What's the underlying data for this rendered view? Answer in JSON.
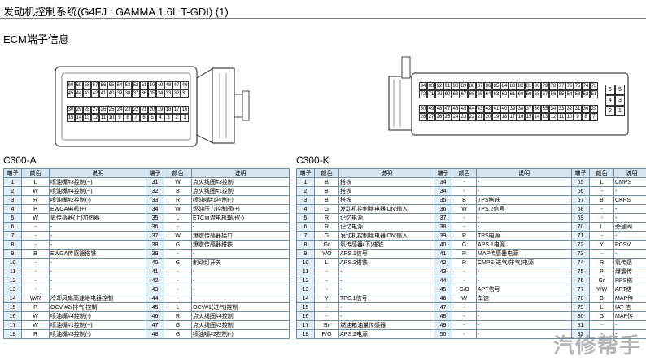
{
  "header": {
    "title": "发动机控制系统(G4FJ : GAMMA 1.6L T-GDI) (1)",
    "subtitle": "ECM端子信息"
  },
  "connector_a": {
    "label": "C300-A",
    "rows": [
      [
        "60",
        "59",
        "58",
        "57",
        "56",
        "55",
        "54",
        "53",
        "52",
        "51",
        "50",
        "49",
        "48",
        "47",
        "46"
      ],
      [
        "45",
        "44",
        "43",
        "42",
        "41",
        "40",
        "39",
        "38",
        "37",
        "36",
        "35",
        "34",
        "33",
        "32",
        "31"
      ],
      [
        "30",
        "29",
        "28",
        "27",
        "26",
        "25",
        "24",
        "23",
        "22",
        "21",
        "20",
        "19",
        "18",
        "17",
        "16"
      ],
      [
        "15",
        "14",
        "13",
        "12",
        "11",
        "10",
        "9",
        "8",
        "7",
        "6",
        "5",
        "4",
        "3",
        "2",
        "1"
      ]
    ]
  },
  "connector_k": {
    "label": "C300-K",
    "rows": [
      [
        "94",
        "93",
        "92",
        "91",
        "90",
        "89",
        "88",
        "87",
        "86",
        "85",
        "84",
        "83",
        "82",
        "81",
        "80",
        "79",
        "78",
        "77",
        "76",
        "75",
        "74",
        "73"
      ],
      [
        "72",
        "71",
        "70",
        "69",
        "68",
        "67",
        "66",
        "65",
        "64",
        "63",
        "62",
        "61",
        "60",
        "59",
        "58",
        "57",
        "56",
        "55",
        "54",
        "53",
        "52",
        "51"
      ],
      [
        "50",
        "49",
        "48",
        "47",
        "46",
        "45",
        "44",
        "43",
        "42",
        "41",
        "40",
        "39",
        "38",
        "37",
        "36",
        "35",
        "34",
        "33",
        "32",
        "31",
        "30",
        "29"
      ],
      [
        "28",
        "27",
        "26",
        "25",
        "24",
        "23",
        "22",
        "21",
        "20",
        "19",
        "18",
        "17",
        "16",
        "15",
        "14",
        "13",
        "12",
        "11",
        "10",
        "9",
        "8",
        "7"
      ]
    ],
    "side": [
      "6",
      "5",
      "4",
      "3",
      "2",
      "1"
    ]
  },
  "headers": {
    "pin": "端子",
    "color": "颜色",
    "desc": "说明"
  },
  "table_a": [
    [
      [
        "1",
        "L",
        "喷油嘴#3控制(+)"
      ],
      [
        "31",
        "W",
        "点火线圈#3控制"
      ]
    ],
    [
      [
        "2",
        "W",
        "喷油嘴#4控制(+)"
      ],
      [
        "32",
        "B",
        "点火线圈#1控制"
      ]
    ],
    [
      [
        "3",
        "R",
        "喷油嘴#2控制(-)"
      ],
      [
        "33",
        "R",
        "喷油嘴#1控制(-)"
      ]
    ],
    [
      [
        "4",
        "P",
        "EWGA电机(+)"
      ],
      [
        "34",
        "W",
        "燃油压力控制阀(+)"
      ]
    ],
    [
      [
        "5",
        "W",
        "氧传感器(上)加热器"
      ],
      [
        "35",
        "L",
        "ETC直流电机输出(-)"
      ]
    ],
    [
      [
        "6",
        "-",
        "-"
      ],
      [
        "36",
        "-",
        "-"
      ]
    ],
    [
      [
        "7",
        "-",
        "-"
      ],
      [
        "37",
        "W",
        "爆震传感器接口"
      ]
    ],
    [
      [
        "8",
        "-",
        "-"
      ],
      [
        "38",
        "G",
        "爆震传感器搭铁"
      ]
    ],
    [
      [
        "9",
        "B",
        "EWGA传感器搭铁"
      ],
      [
        "39",
        "-",
        "-"
      ]
    ],
    [
      [
        "10",
        "-",
        "-"
      ],
      [
        "40",
        "G",
        "制动灯开关"
      ]
    ],
    [
      [
        "11",
        "-",
        "-"
      ],
      [
        "41",
        "-",
        "-"
      ]
    ],
    [
      [
        "12",
        "-",
        "-"
      ],
      [
        "42",
        "-",
        "-"
      ]
    ],
    [
      [
        "13",
        "-",
        "-"
      ],
      [
        "43",
        "-",
        "-"
      ]
    ],
    [
      [
        "14",
        "W/R",
        "冷却风扇高速继电器控制"
      ],
      [
        "44",
        "-",
        "-"
      ]
    ],
    [
      [
        "15",
        "P",
        "OCV #2(排气)控制"
      ],
      [
        "45",
        "L",
        "OCV#1(进气)控制"
      ]
    ],
    [
      [
        "16",
        "W",
        "喷油嘴#4控制(-)"
      ],
      [
        "46",
        "R",
        "点火线圈#4控制"
      ]
    ],
    [
      [
        "17",
        "W",
        "喷油嘴#1控制(+)"
      ],
      [
        "47",
        "G",
        "点火线圈#2控制"
      ]
    ],
    [
      [
        "18",
        "R",
        "喷油嘴#3控制(-)"
      ],
      [
        "48",
        "G",
        "喷油嘴#2控制(-)"
      ]
    ]
  ],
  "table_k": [
    [
      [
        "1",
        "B",
        "搭铁"
      ],
      [
        "34",
        "-",
        "-"
      ],
      [
        "65",
        "L",
        "CMPS"
      ]
    ],
    [
      [
        "2",
        "B",
        "搭铁"
      ],
      [
        "34",
        "-",
        "-"
      ],
      [
        "66",
        "-",
        "-"
      ]
    ],
    [
      [
        "3",
        "B",
        "搭铁"
      ],
      [
        "35",
        "B",
        "TPS搭铁"
      ],
      [
        "67",
        "B",
        "CKPS"
      ]
    ],
    [
      [
        "4",
        "G",
        "发动机控制继电器'ON'输入"
      ],
      [
        "36",
        "W",
        "TPS.2信号"
      ],
      [
        "68",
        "-",
        "-"
      ]
    ],
    [
      [
        "5",
        "R",
        "记忆电源"
      ],
      [
        "37",
        "-",
        "-"
      ],
      [
        "69",
        "-",
        "-"
      ]
    ],
    [
      [
        "6",
        "R",
        "记忆电源"
      ],
      [
        "38",
        "-",
        "-"
      ],
      [
        "70",
        "L",
        "旁通阀"
      ]
    ],
    [
      [
        "7",
        "G",
        "发动机控制继电器'ON'输入"
      ],
      [
        "39",
        "R",
        "TPS电源"
      ],
      [
        "71",
        "-",
        "-"
      ]
    ],
    [
      [
        "8",
        "Gr",
        "氧传感器(下)搭铁"
      ],
      [
        "40",
        "G",
        "APS.1电源"
      ],
      [
        "72",
        "Y",
        "PCSV"
      ]
    ],
    [
      [
        "9",
        "Y/O",
        "APS.1信号"
      ],
      [
        "41",
        "R",
        "MAP传感器电源"
      ],
      [
        "73",
        "-",
        "-"
      ]
    ],
    [
      [
        "10",
        "L",
        "APS.2搭铁"
      ],
      [
        "42",
        "R",
        "CMPS(进气/排气)电源"
      ],
      [
        "74",
        "R",
        "氧传感"
      ]
    ],
    [
      [
        "11",
        "-",
        "-"
      ],
      [
        "43",
        "-",
        "-"
      ],
      [
        "75",
        "P",
        "爆震传"
      ]
    ],
    [
      [
        "12",
        "-",
        "-"
      ],
      [
        "44",
        "-",
        "-"
      ],
      [
        "76",
        "Gr",
        "RPS搭"
      ]
    ],
    [
      [
        "13",
        "-",
        "-"
      ],
      [
        "45",
        "G/B",
        "APT信号"
      ],
      [
        "77",
        "Y/W",
        "APT搭"
      ]
    ],
    [
      [
        "14",
        "Y",
        "TPS.1信号"
      ],
      [
        "46",
        "W",
        "车速"
      ],
      [
        "78",
        "B",
        "MAP传"
      ]
    ],
    [
      [
        "15",
        "-",
        "-"
      ],
      [
        "47",
        "-",
        "-"
      ],
      [
        "79",
        "L",
        "IAT 信"
      ]
    ],
    [
      [
        "16",
        "-",
        "-"
      ],
      [
        "48",
        "-",
        "-"
      ],
      [
        "80",
        "G",
        "MAP传"
      ]
    ],
    [
      [
        "17",
        "Br",
        "燃油箱油量传感器"
      ],
      [
        "49",
        "-",
        "-"
      ],
      [
        "81",
        "-",
        "-"
      ]
    ],
    [
      [
        "18",
        "P/O",
        "APS.2电源"
      ],
      [
        "50",
        "-",
        "-"
      ],
      [
        "82",
        "-",
        "-"
      ]
    ]
  ],
  "watermark": "汽修帮手"
}
